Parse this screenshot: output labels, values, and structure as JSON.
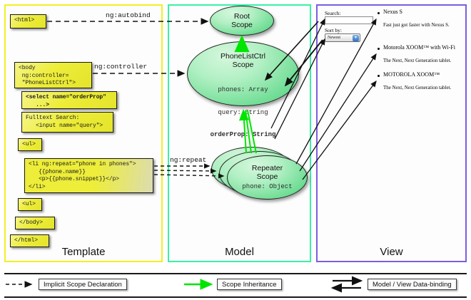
{
  "columns": [
    {
      "id": "template",
      "label": "Template",
      "border_color": "#f2ef26"
    },
    {
      "id": "model",
      "label": "Model",
      "border_color": "#39f0a8"
    },
    {
      "id": "view",
      "label": "View",
      "border_color": "#7b5de0"
    }
  ],
  "template": {
    "boxes": [
      {
        "name": "html-open-tag",
        "text": "<html>"
      },
      {
        "name": "body-controller-tag",
        "text": "<body\n ng:controller=\n \"PhoneListCtrl\">"
      },
      {
        "name": "select-orderprop-tag",
        "text": "<select name=\"orderProp\"\n   ...>"
      },
      {
        "name": "fulltext-search-tag",
        "text": "Fulltext Search:\n   <input name=\"query\">"
      },
      {
        "name": "ul-open-tag",
        "text": "<ul>"
      },
      {
        "name": "li-repeat-tag",
        "text": "<li ng:repeat=\"phone in phones\">\n   {{phone.name}}\n   <p>{{phone.snippet}}</p>\n</li>"
      },
      {
        "name": "ul-close-tag",
        "text": "<ul>"
      },
      {
        "name": "body-close-tag",
        "text": "</body>"
      },
      {
        "name": "html-close-tag",
        "text": "</html>"
      }
    ]
  },
  "connectors": [
    {
      "name": "ng-autobind-label",
      "text": "ng:autobind"
    },
    {
      "name": "ng-controller-label",
      "text": "ng:controller"
    },
    {
      "name": "ng-repeat-label",
      "text": "ng:repeat"
    }
  ],
  "model": {
    "root_scope": {
      "title_line1": "Root",
      "title_line2": "Scope"
    },
    "phonelist_scope": {
      "title_line1": "PhoneListCtrl",
      "title_line2": "Scope",
      "props": [
        {
          "text": "phones: Array",
          "bold": false
        },
        {
          "text": "query: String",
          "bold": false
        },
        {
          "text": "orderProp: String",
          "bold": true
        }
      ]
    },
    "repeater_scope": {
      "title_line1": "Repeater",
      "title_line2": "Scope",
      "props": [
        {
          "text": "phone: Object",
          "bold": false
        }
      ]
    }
  },
  "view": {
    "search_label": "Search:",
    "search_value": "",
    "sort_label": "Sort by:",
    "sort_selected": "Newest",
    "phones": [
      {
        "name": "Nexus S",
        "snippet": "Fast just got faster with Nexus S."
      },
      {
        "name": "Motorola XOOM™ with Wi-Fi",
        "snippet": "The Next, Next Generation tablet."
      },
      {
        "name": "MOTOROLA XOOM™",
        "snippet": "The Next, Next Generation tablet."
      }
    ]
  },
  "legend": [
    {
      "name": "implicit-scope-declaration",
      "label": "Implicit Scope Declaration",
      "style": "dashed-arrow",
      "color": "#111111"
    },
    {
      "name": "scope-inheritance",
      "label": "Scope Inheritance",
      "style": "solid-arrow",
      "color": "#00e500"
    },
    {
      "name": "model-view-data-binding",
      "label": "Model / View Data-binding",
      "style": "double-arrow",
      "color": "#111111"
    }
  ]
}
